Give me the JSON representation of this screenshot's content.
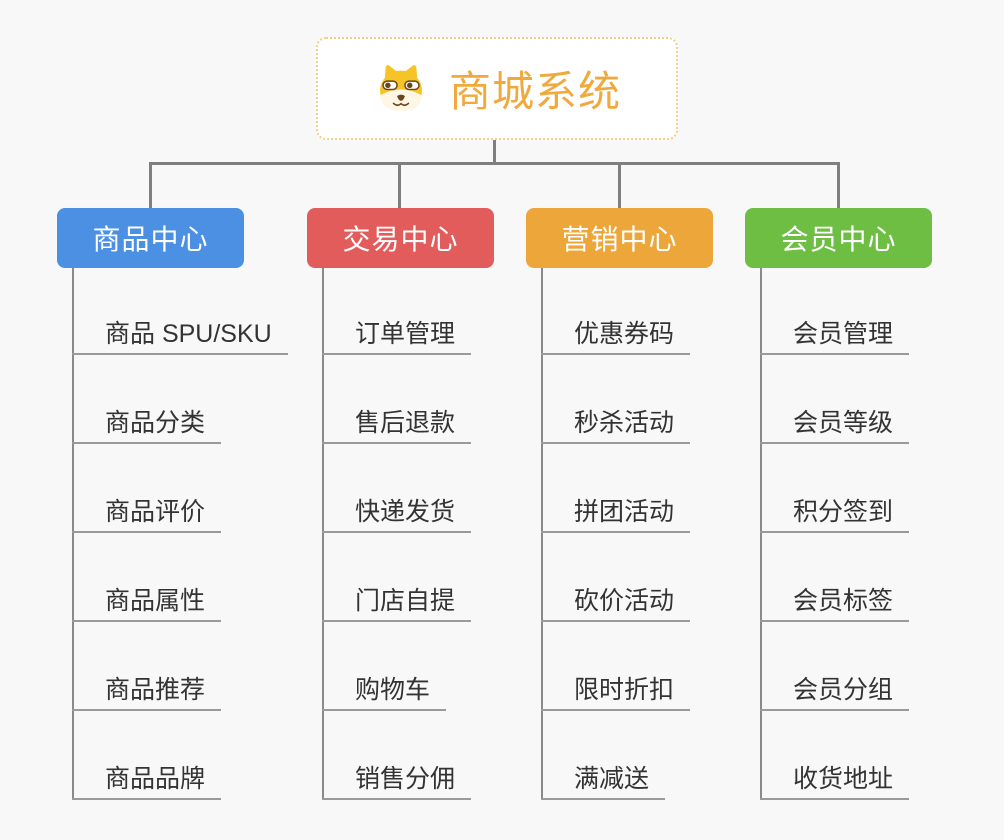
{
  "colors": {
    "background": "#f8f8f8",
    "connector": "#7f7f7f",
    "trunk": "#8a8a8a",
    "underline": "#9a9a9a",
    "child_text": "#333333",
    "root_title": "#f0a93c",
    "root_border": "#f8cd8a",
    "root_bg": "#ffffff",
    "branch_text": "#ffffff",
    "icon_yellow": "#f6c426",
    "icon_face": "#fff7e6",
    "icon_brown": "#6b4418"
  },
  "root": {
    "title": "商城系统",
    "icon": "shiba-dog-icon"
  },
  "branches": [
    {
      "label": "商品中心",
      "color": "#4b90e2",
      "children": [
        "商品 SPU/SKU",
        "商品分类",
        "商品评价",
        "商品属性",
        "商品推荐",
        "商品品牌"
      ]
    },
    {
      "label": "交易中心",
      "color": "#e25c5c",
      "children": [
        "订单管理",
        "售后退款",
        "快递发货",
        "门店自提",
        "购物车",
        "销售分佣"
      ]
    },
    {
      "label": "营销中心",
      "color": "#eca63a",
      "children": [
        "优惠券码",
        "秒杀活动",
        "拼团活动",
        "砍价活动",
        "限时折扣",
        "满减送"
      ]
    },
    {
      "label": "会员中心",
      "color": "#6ebe44",
      "children": [
        "会员管理",
        "会员等级",
        "积分签到",
        "会员标签",
        "会员分组",
        "收货地址"
      ]
    }
  ]
}
